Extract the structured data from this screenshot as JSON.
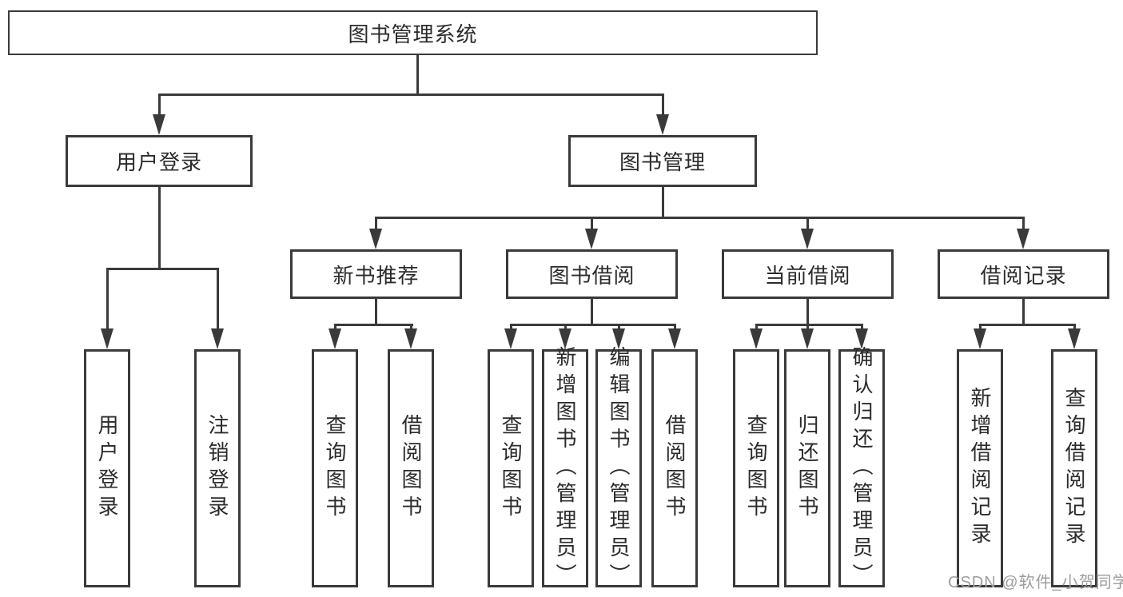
{
  "watermark": "CSDN @软件_小贺同学",
  "colors": {
    "line": "#3a3a3a",
    "box_border": "#3a3a3a",
    "text": "#2b2b2b",
    "watermark": "#9e9e9e",
    "background": "#ffffff"
  },
  "nodes": {
    "root": "图书管理系统",
    "user_login": "用户登录",
    "book_management": "图书管理",
    "new_book_recommend": "新书推荐",
    "book_borrowing": "图书借阅",
    "current_borrowing": "当前借阅",
    "borrowing_records": "借阅记录",
    "leaf_user_login": "用户登录",
    "leaf_logout": "注销登录",
    "leaf_nb_query_books": "查询图书",
    "leaf_nb_borrow_books": "借阅图书",
    "leaf_bb_query_books": "查询图书",
    "leaf_bb_add_books_admin": "新增图书（管理员）",
    "leaf_bb_edit_books_admin": "编辑图书（管理员）",
    "leaf_bb_borrow_books": "借阅图书",
    "leaf_cb_query_books": "查询图书",
    "leaf_cb_return_books": "归还图书",
    "leaf_cb_confirm_return_admin": "确认归还（管理员）",
    "leaf_br_add_record": "新增借阅记录",
    "leaf_br_query_record": "查询借阅记录"
  }
}
